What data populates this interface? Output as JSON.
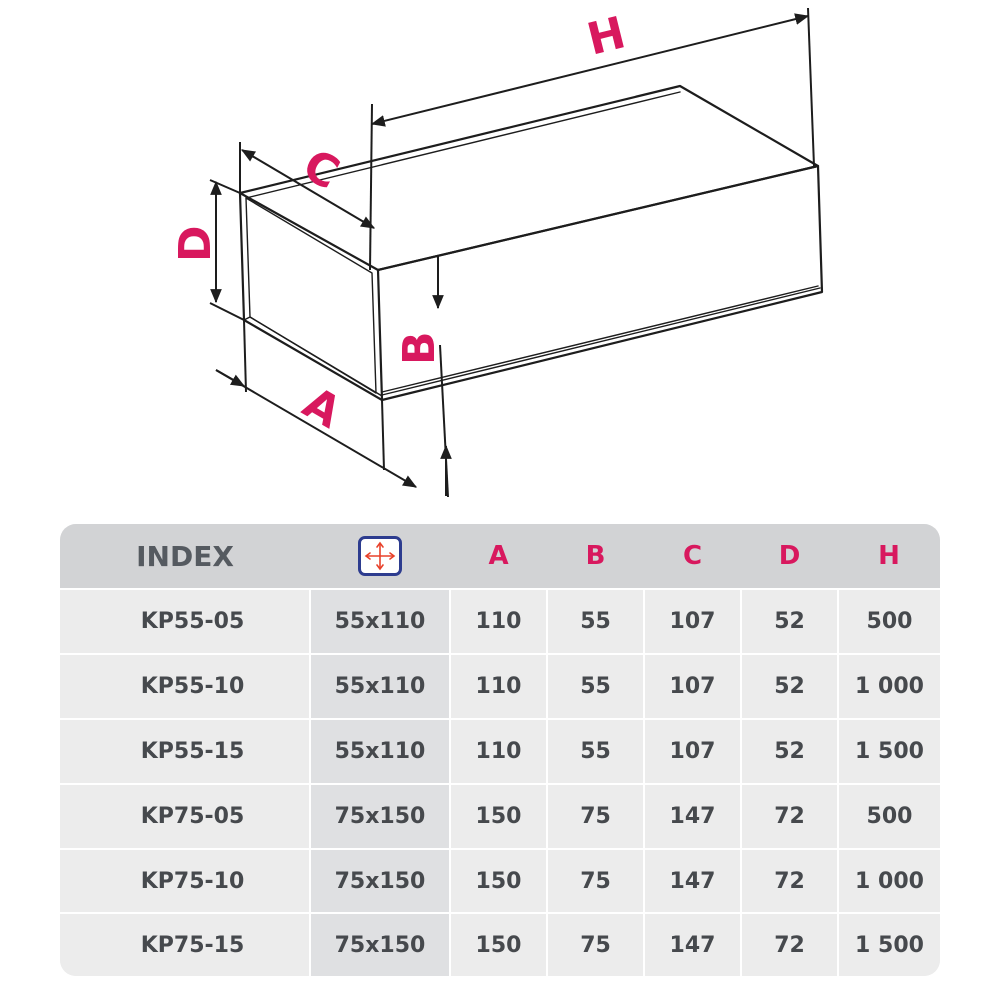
{
  "diagram": {
    "labels": {
      "h": "H",
      "c": "C",
      "d": "D",
      "b": "B",
      "a": "A"
    },
    "accent_color": "#d8185e",
    "line_color": "#1d1d1d"
  },
  "table": {
    "headers": {
      "index": "INDEX",
      "size_icon": "resize-arrows-icon",
      "a": "A",
      "b": "B",
      "c": "C",
      "d": "D",
      "h": "H"
    },
    "rows": [
      {
        "index": "KP55-05",
        "size": "55x110",
        "a": "110",
        "b": "55",
        "c": "107",
        "d": "52",
        "h": "500"
      },
      {
        "index": "KP55-10",
        "size": "55x110",
        "a": "110",
        "b": "55",
        "c": "107",
        "d": "52",
        "h": "1 000"
      },
      {
        "index": "KP55-15",
        "size": "55x110",
        "a": "110",
        "b": "55",
        "c": "107",
        "d": "52",
        "h": "1 500"
      },
      {
        "index": "KP75-05",
        "size": "75x150",
        "a": "150",
        "b": "75",
        "c": "147",
        "d": "72",
        "h": "500"
      },
      {
        "index": "KP75-10",
        "size": "75x150",
        "a": "150",
        "b": "75",
        "c": "147",
        "d": "72",
        "h": "1 000"
      },
      {
        "index": "KP75-15",
        "size": "75x150",
        "a": "150",
        "b": "75",
        "c": "147",
        "d": "72",
        "h": "1 500"
      }
    ],
    "header_bg": "#d2d3d5",
    "row_bg": "#ececec",
    "size_col_bg": "#dfe0e2",
    "icon_border_color": "#2d3c8f",
    "icon_arrow_color": "#e8412a"
  }
}
